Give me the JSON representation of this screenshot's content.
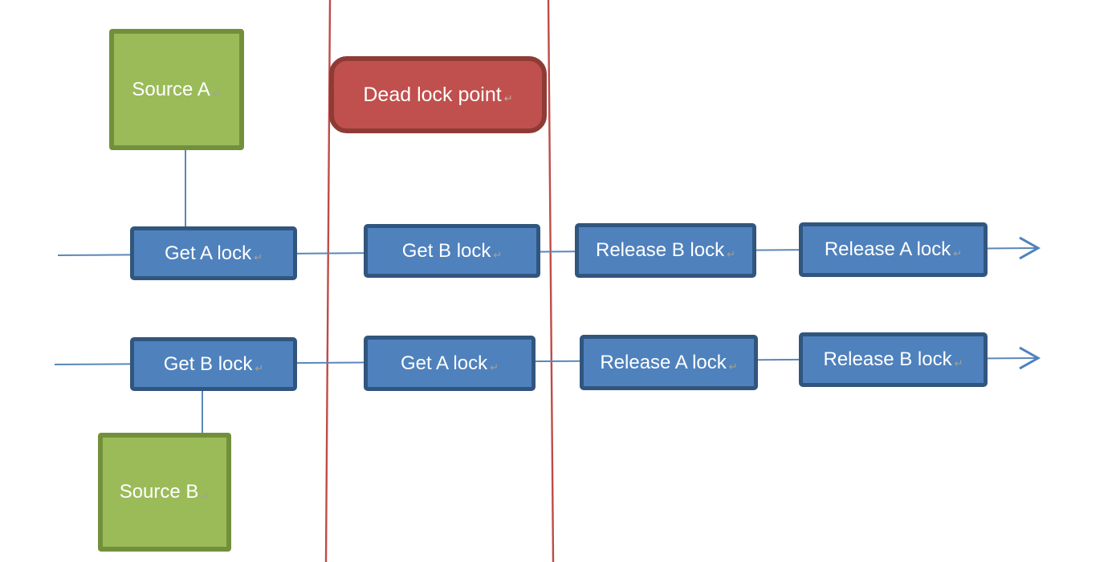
{
  "diagram": {
    "colors": {
      "process_fill": "#4f81bd",
      "process_border": "#31567e",
      "source_fill": "#9bbb59",
      "source_border": "#72903c",
      "deadlock_fill": "#c0504d",
      "deadlock_border": "#8e3b36",
      "connector_blue": "#5b87b8",
      "boundary_red": "#be4b48",
      "text": "#ffffff"
    },
    "marks": {
      "paragraph_return": "↵"
    },
    "sources": {
      "a": "Source A",
      "b": "Source B"
    },
    "deadlock_label": "Dead lock point",
    "thread_a": {
      "s1": "Get A lock",
      "s2": "Get B lock",
      "s3": "Release B lock",
      "s4": "Release A lock"
    },
    "thread_b": {
      "s1": "Get B lock",
      "s2": "Get A lock",
      "s3": "Release A lock",
      "s4": "Release B lock"
    }
  }
}
